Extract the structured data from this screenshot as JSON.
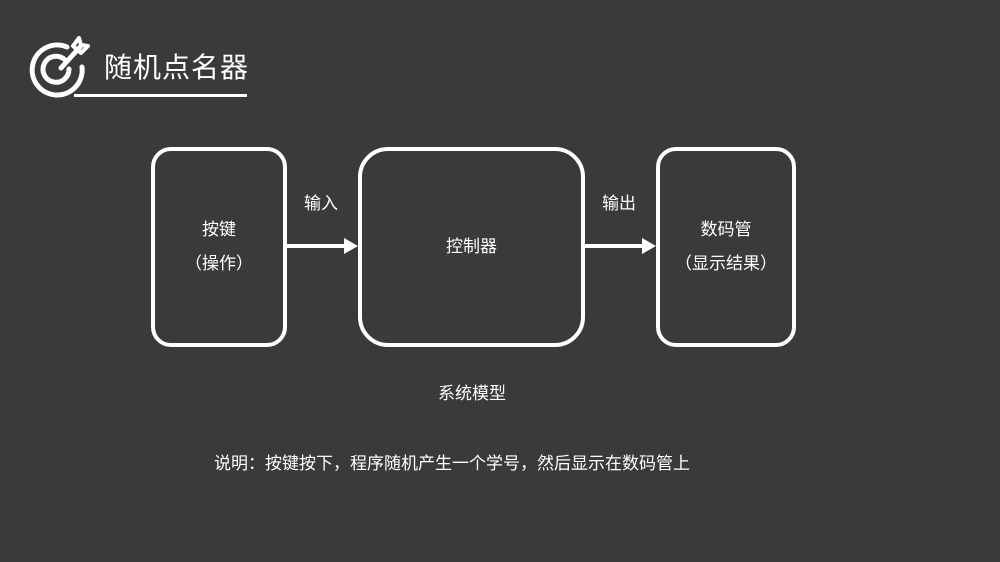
{
  "header": {
    "title": "随机点名器",
    "icon": "target-arrow-icon"
  },
  "diagram": {
    "blocks": [
      {
        "id": "keys",
        "line1": "按键",
        "line2": "（操作）"
      },
      {
        "id": "controller",
        "line1": "控制器"
      },
      {
        "id": "display",
        "line1": "数码管",
        "line2": "（显示结果）"
      }
    ],
    "edges": [
      {
        "from": "keys",
        "to": "controller",
        "label": "输入"
      },
      {
        "from": "controller",
        "to": "display",
        "label": "输出"
      }
    ],
    "caption": "系统模型"
  },
  "note": "说明：按键按下，程序随机产生一个学号，然后显示在数码管上",
  "colors": {
    "background": "#3a3a3a",
    "foreground": "#ffffff"
  }
}
